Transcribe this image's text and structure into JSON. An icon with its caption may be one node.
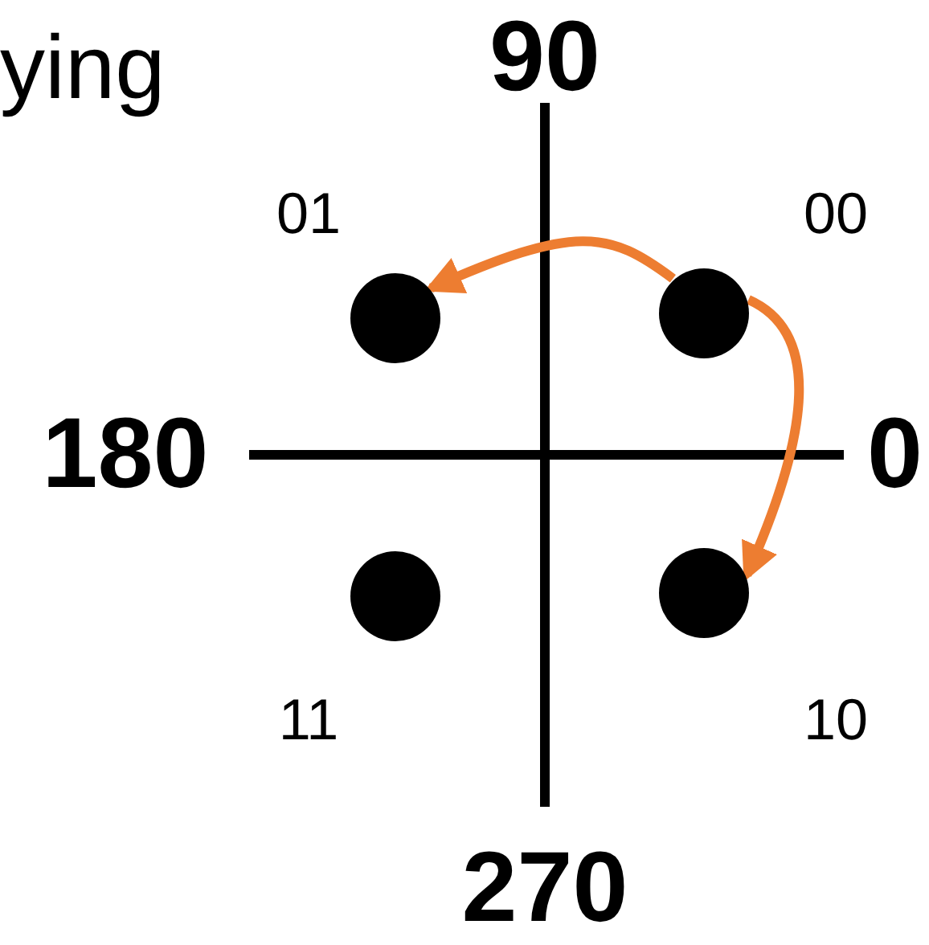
{
  "diagram": {
    "nodes": [
      {
        "text": [],
        "shape": "circle",
        "beside": [
          "01"
        ]
      },
      {
        "text": [],
        "shape": "circle",
        "beside": [
          "00"
        ]
      },
      {
        "text": [],
        "shape": "circle",
        "beside": [
          "11"
        ]
      },
      {
        "text": [],
        "shape": "circle",
        "beside": [
          "10"
        ]
      }
    ],
    "edges": [
      {
        "from": 1,
        "to": 0,
        "arrow": "to"
      },
      {
        "from": 1,
        "to": 3,
        "arrow": "to"
      }
    ],
    "labels": [
      "ying",
      "90",
      "180",
      "0",
      "270"
    ]
  }
}
